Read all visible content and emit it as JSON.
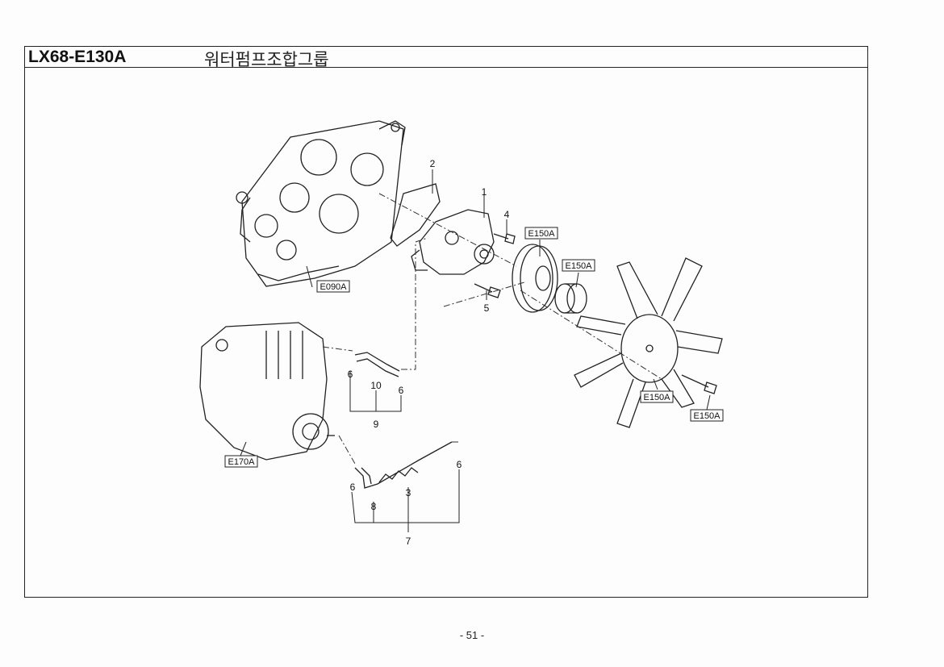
{
  "header": {
    "code": "LX68-E130A",
    "title": "워터펌프조합그룹"
  },
  "callouts": {
    "n1": "1",
    "n2": "2",
    "n3": "3",
    "n4": "4",
    "n5": "5",
    "n6a": "6",
    "n6b": "6",
    "n6c": "6",
    "n6d": "6",
    "n7": "7",
    "n8": "8",
    "n9": "9",
    "n10": "10"
  },
  "refs": {
    "e090a": "E090A",
    "e150a_1": "E150A",
    "e150a_2": "E150A",
    "e150a_3": "E150A",
    "e150a_4": "E150A",
    "e170a": "E170A"
  },
  "footer": {
    "page": "- 51 -"
  }
}
